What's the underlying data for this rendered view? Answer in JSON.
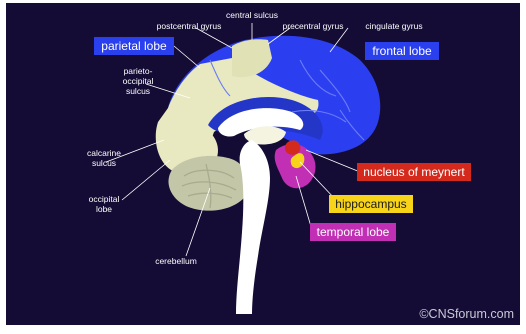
{
  "labels": {
    "central_sulcus": "central sulcus",
    "postcentral_gyrus": "postcentral gyrus",
    "precentral_gyrus": "precentral gyrus",
    "cingulate_gyrus": "cingulate gyrus",
    "parieto_line1": "parieto-",
    "parieto_line2": "occipital",
    "parieto_line3": "sulcus",
    "calcarine_line1": "calcarine",
    "calcarine_line2": "sulcus",
    "occipital_line1": "occipital",
    "occipital_line2": "lobe",
    "cerebellum": "cerebellum"
  },
  "boxed_labels": {
    "parietal_lobe": "parietal lobe",
    "frontal_lobe": "frontal lobe",
    "nucleus_of_meynert": "nucleus of meynert",
    "hippocampus": "hippocampus",
    "temporal_lobe": "temporal lobe"
  },
  "copyright": "©CNSforum.com",
  "colors": {
    "background": "#140c35",
    "lobe_blue": "#2b3ff0",
    "gray_matter": "#e8e9c0",
    "parietal_box": "#2a3fee",
    "frontal_box": "#2a3fee",
    "meynert_box": "#d42a1e",
    "hippocampus_box": "#f7d31a",
    "temporal_box": "#c02fb4"
  }
}
